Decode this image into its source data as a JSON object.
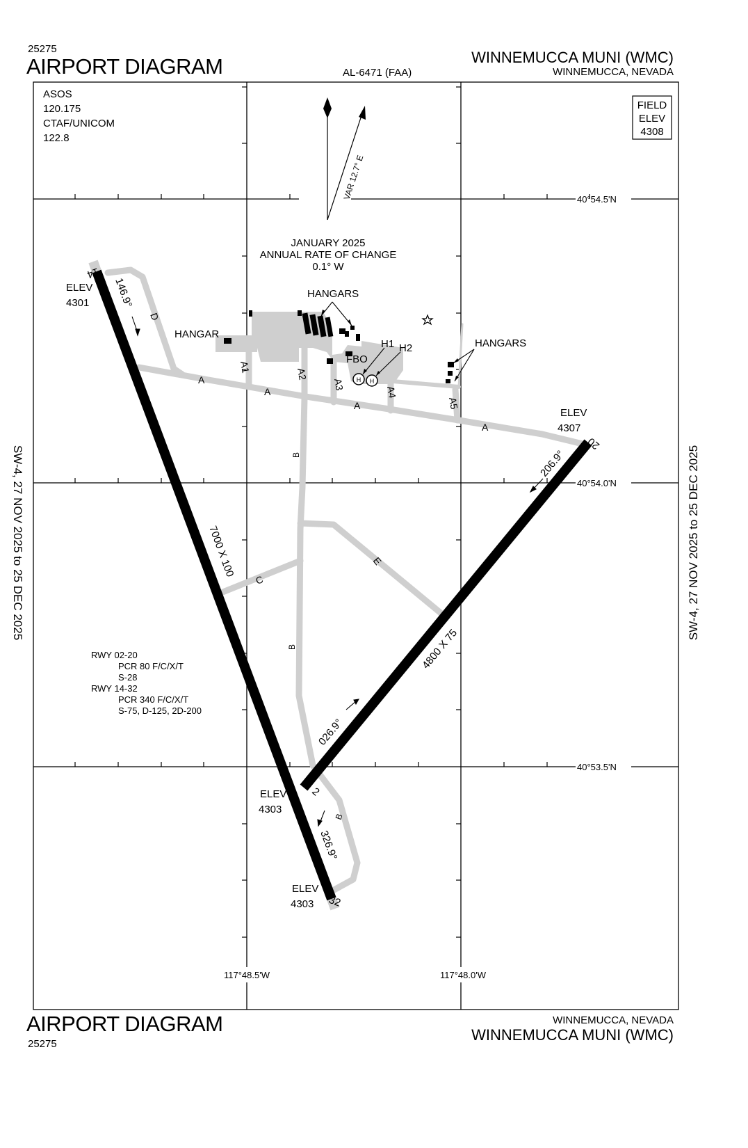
{
  "header": {
    "procedure_id": "25275",
    "title": "AIRPORT DIAGRAM",
    "al_number": "AL-6471 (FAA)",
    "airport_name": "WINNEMUCCA MUNI (WMC)",
    "city_state": "WINNEMUCCA, NEVADA"
  },
  "footer": {
    "title": "AIRPORT DIAGRAM",
    "procedure_id": "25275",
    "city_state": "WINNEMUCCA, NEVADA",
    "airport_name": "WINNEMUCCA MUNI (WMC)"
  },
  "side_text": {
    "left": "SW-4,  27 NOV 2025  to  25 DEC 2025",
    "right": "SW-4,  27 NOV 2025  to  25 DEC 2025"
  },
  "comms": {
    "asos_label": "ASOS",
    "asos_freq": "120.175",
    "ctaf_label": "CTAF/UNICOM",
    "ctaf_freq": "122.8"
  },
  "field_elev": {
    "line1": "FIELD",
    "line2": "ELEV",
    "value": "4308"
  },
  "variation": {
    "label": "VAR 12.7° E",
    "date": "JANUARY 2025",
    "rate_label": "ANNUAL RATE OF CHANGE",
    "rate": "0.1° W"
  },
  "grid_labels": {
    "lat_top": "40°54.5'N",
    "lat_mid": "40°54.0'N",
    "lat_bot": "40°53.5'N",
    "lon_left": "117°48.5'W",
    "lon_right": "117°48.0'W"
  },
  "runways": {
    "rwy14": {
      "end_label": "14",
      "elev_label": "ELEV",
      "elev": "4301",
      "heading": "146.9°"
    },
    "rwy32": {
      "end_label": "32",
      "elev_label": "ELEV",
      "elev": "4303",
      "heading": "326.9°"
    },
    "rwy2": {
      "end_label": "2",
      "elev_label": "ELEV",
      "elev": "4303",
      "heading": "026.9°"
    },
    "rwy20": {
      "end_label": "20",
      "elev_label": "ELEV",
      "elev": "4307",
      "heading": "206.9°"
    },
    "dim_14_32": "7000 X 100",
    "dim_02_20": "4800 X 75"
  },
  "taxiways": {
    "A": "A",
    "A1": "A1",
    "A2": "A2",
    "A3": "A3",
    "A4": "A4",
    "A5": "A5",
    "B": "B",
    "C": "C",
    "D": "D",
    "E": "E"
  },
  "facilities": {
    "hangars": "HANGARS",
    "hangar": "HANGAR",
    "fbo": "FBO",
    "h1": "H1",
    "h2": "H2",
    "heli_symbol": "H"
  },
  "pcr_notes": {
    "rwy_02_20": "RWY 02-20",
    "rwy_02_20_pcr": "PCR 80 F/C/X/T",
    "rwy_02_20_s": "S-28",
    "rwy_14_32": "RWY 14-32",
    "rwy_14_32_pcr": "PCR 340 F/C/X/T",
    "rwy_14_32_s": "S-75, D-125, 2D-200"
  }
}
